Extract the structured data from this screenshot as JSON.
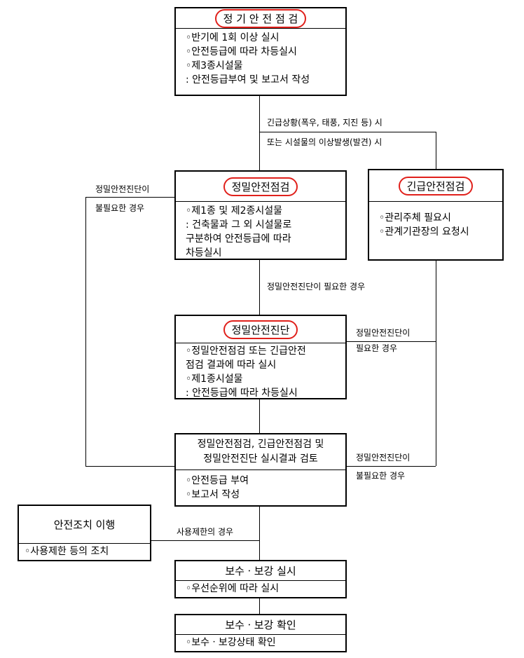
{
  "boxes": {
    "regular": {
      "title": "정 기 안 전 점 검",
      "lines": [
        "◦반기에 1회 이상 실시",
        "◦안전등급에 따라 차등실시",
        "◦제3종시설물",
        " : 안전등급부여 및 보고서 작성"
      ]
    },
    "precise_inspection": {
      "title": "정밀안전점검",
      "lines": [
        "◦제1종 및 제2종시설물",
        " : 건축물과 그 외 시설물로",
        "   구분하여 안전등급에 따라",
        "   차등실시"
      ]
    },
    "emergency": {
      "title": "긴급안전점검",
      "lines": [
        "◦관리주체 필요시",
        "◦관계기관장의 요청시"
      ]
    },
    "precise_diagnosis": {
      "title": "정밀안전진단",
      "lines": [
        "◦정밀안전점검 또는 긴급안전",
        "  점검 결과에 따라 실시",
        "◦제1종시설물",
        " : 안전등급에 따라 차등실시"
      ]
    },
    "review": {
      "title_line1": "정밀안전점검, 긴급안전점검 및",
      "title_line2": "정밀안전진단 실시결과 검토",
      "lines": [
        "◦안전등급 부여",
        "◦보고서 작성"
      ]
    },
    "safety": {
      "title": "안전조치 이행",
      "lines": [
        "◦사용제한 등의 조치"
      ]
    },
    "repair": {
      "title": "보수ㆍ보강 실시",
      "lines": [
        "◦우선순위에 따라 실시"
      ]
    },
    "confirm": {
      "title": "보수ㆍ보강 확인",
      "lines": [
        "◦보수ㆍ보강상태 확인"
      ]
    }
  },
  "labels": {
    "emergency_cond_1": "긴급상황(폭우, 태풍, 지진 등) 시",
    "emergency_cond_2": "또는 시설물의 이상발생(발견) 시",
    "left_not_needed_1": "정밀안전진단이",
    "left_not_needed_2": "불필요한 경우",
    "diagnosis_needed": "정밀안전진단이 필요한 경우",
    "right_needed_1": "정밀안전진단이",
    "right_needed_2": "필요한 경우",
    "right_not_needed_1": "정밀안전진단이",
    "right_not_needed_2": "불필요한 경우",
    "use_restriction": "사용제한의 경우"
  }
}
